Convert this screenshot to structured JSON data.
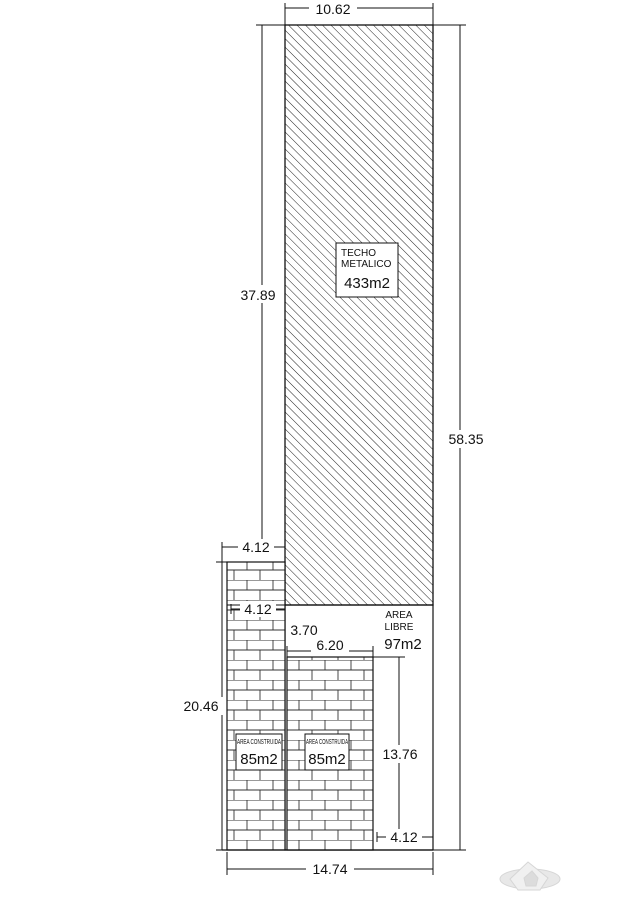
{
  "dimensions": {
    "top_width": "10.62",
    "left_roof_length": "37.89",
    "right_total_length": "58.35",
    "upper_setback": "4.12",
    "inner_setback": "4.12",
    "free_area_depth": "3.70",
    "inner_width": "6.20",
    "left_built_length": "20.46",
    "right_built_length": "13.76",
    "bottom_right_width": "4.12",
    "bottom_total_width": "14.74"
  },
  "labels": {
    "roof_line1": "TECHO",
    "roof_line2": "METALICO",
    "roof_area": "433m2",
    "free_line1": "AREA",
    "free_line2": "LIBRE",
    "free_area": "97m2",
    "built_left_title": "AREA CONSTRUIDA",
    "built_left_area": "85m2",
    "built_right_title": "AREA CONSTRUIDA",
    "built_right_area": "85m2"
  },
  "watermark": {
    "icon": "house-logo-icon"
  }
}
